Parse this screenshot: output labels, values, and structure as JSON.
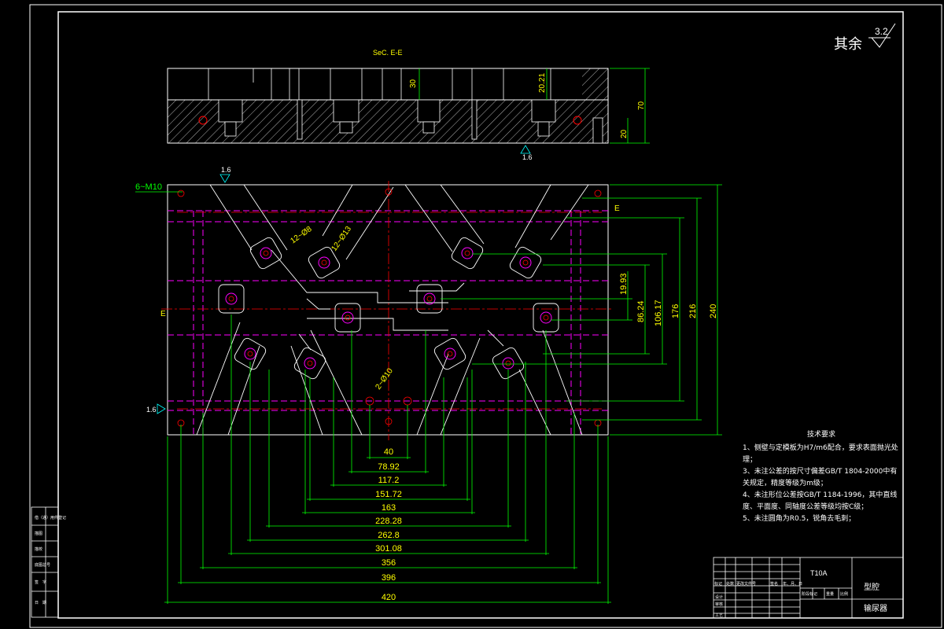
{
  "drawing": {
    "section_label": "SeC. E-E",
    "roughness_other": "其余",
    "roughness_other_value": "3.2",
    "roughness_values": [
      "1.6",
      "1.6",
      "1.6"
    ],
    "thread_callout": "6~M10",
    "hole_callouts": [
      "12~Ø8",
      "12~Ø13",
      "2~Ø10"
    ],
    "section_marks": [
      "E",
      "E"
    ],
    "section_dims": [
      "30",
      "20.21",
      "70",
      "20"
    ],
    "vertical_dims": [
      "19.93",
      "86.24",
      "106.17",
      "176",
      "216",
      "240"
    ],
    "horizontal_dims": [
      "40",
      "78.92",
      "117.2",
      "151.72",
      "163",
      "228.28",
      "262.8",
      "301.08",
      "356",
      "396",
      "420"
    ]
  },
  "technical_requirements": {
    "title": "技术要求",
    "items": [
      "1、侧壁与定模板为H7/m6配合，要求表面抛光处理；",
      "3、未注公差的按尺寸偏差GB/T 1804-2000中有关规定，精度等级为m级；",
      "4、未注形位公差按GB/T 1184-1996，其中直线度、平面度、同轴度公差等级均按C级；",
      "5、未注圆角为R0.5，锐角去毛刺；"
    ]
  },
  "title_block": {
    "material": "T10A",
    "drawing_type": "型腔",
    "part_name": "输尿器",
    "header_cells": [
      "标记",
      "处数",
      "更改文件号",
      "签名",
      "年、月、日"
    ],
    "stage_cells": [
      "阶段标记",
      "重量",
      "比例"
    ],
    "row_labels": [
      "设计",
      "审核",
      "工艺"
    ]
  },
  "side_strip": {
    "cells": [
      "借（通）用件登记",
      "描图",
      "描校",
      "底图总号",
      "签　字",
      "日　期"
    ]
  }
}
